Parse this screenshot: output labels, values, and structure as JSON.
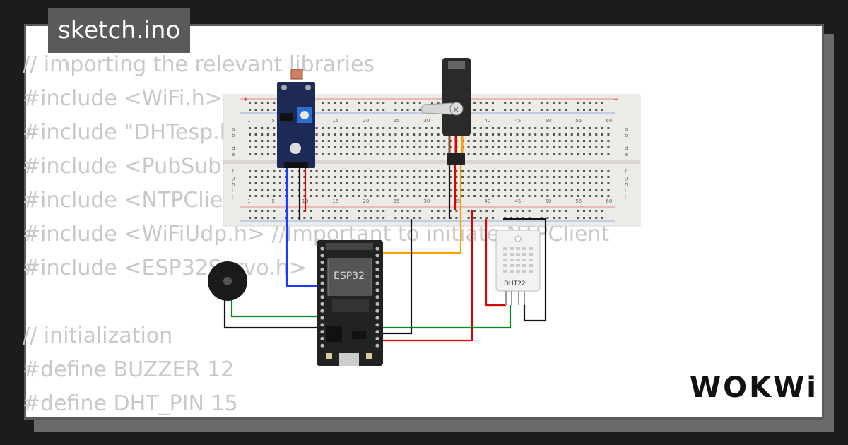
{
  "title": "sketch.ino",
  "code_lines": [
    "// importing the relevant libraries",
    "#include <WiFi.h>",
    "#include \"DHTesp.h\"",
    "#include <PubSubClient.h>",
    "#include <NTPClient.h>",
    "#include <WiFiUdp.h> //Important to initiate NTPClient",
    "#include <ESP32Servo.h>",
    "",
    "// initialization",
    "#define BUZZER 12",
    "#define DHT_PIN 15"
  ],
  "components": {
    "esp32_label": "ESP32",
    "dht_label": "DHT22"
  },
  "breadboard": {
    "col_numbers": [
      "1",
      "5",
      "10",
      "15",
      "20",
      "25",
      "30",
      "35",
      "40",
      "45",
      "50",
      "55",
      "60"
    ],
    "row_letters_top": [
      "a",
      "b",
      "c",
      "d",
      "e"
    ],
    "row_letters_bottom": [
      "f",
      "g",
      "h",
      "i",
      "j"
    ]
  },
  "brand": "WOKWi",
  "colors": {
    "wire_blue": "#1a3cff",
    "wire_red": "#e00000",
    "wire_black": "#111111",
    "wire_green": "#008a1f",
    "wire_orange": "#f5a000",
    "board_dark": "#222222",
    "breadboard": "#ecebe6",
    "ldr_module": "#1c2a55"
  }
}
